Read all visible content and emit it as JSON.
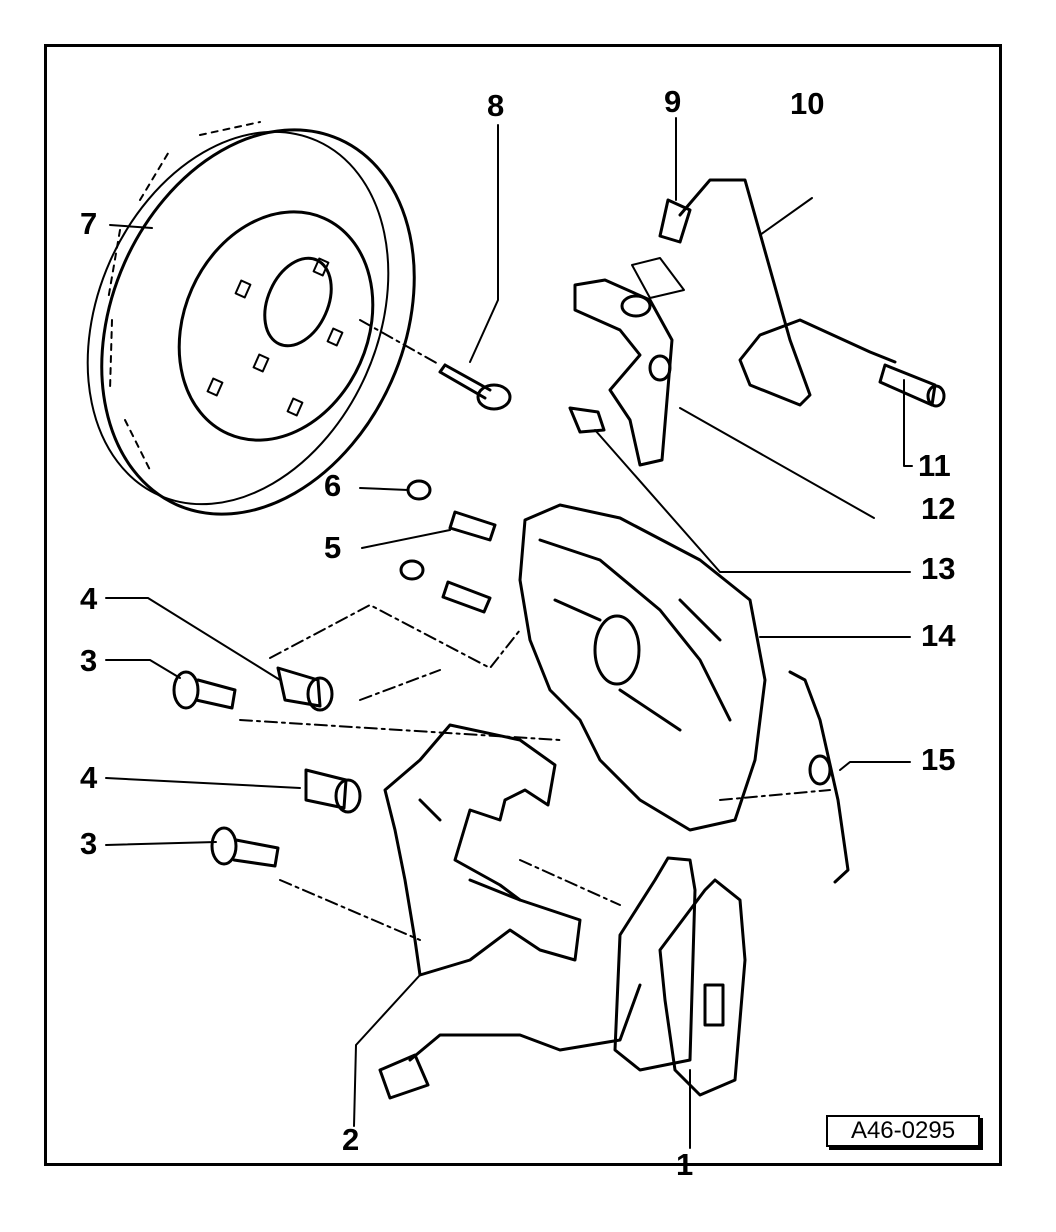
{
  "diagram": {
    "callouts": [
      {
        "id": "c1",
        "text": "1"
      },
      {
        "id": "c2",
        "text": "2"
      },
      {
        "id": "c3a",
        "text": "3"
      },
      {
        "id": "c3b",
        "text": "3"
      },
      {
        "id": "c4a",
        "text": "4"
      },
      {
        "id": "c4b",
        "text": "4"
      },
      {
        "id": "c5",
        "text": "5"
      },
      {
        "id": "c6",
        "text": "6"
      },
      {
        "id": "c7",
        "text": "7"
      },
      {
        "id": "c8",
        "text": "8"
      },
      {
        "id": "c9",
        "text": "9"
      },
      {
        "id": "c10",
        "text": "10"
      },
      {
        "id": "c11",
        "text": "11"
      },
      {
        "id": "c12",
        "text": "12"
      },
      {
        "id": "c13",
        "text": "13"
      },
      {
        "id": "c14",
        "text": "14"
      },
      {
        "id": "c15",
        "text": "15"
      }
    ],
    "figure_code": "A46-0295"
  }
}
